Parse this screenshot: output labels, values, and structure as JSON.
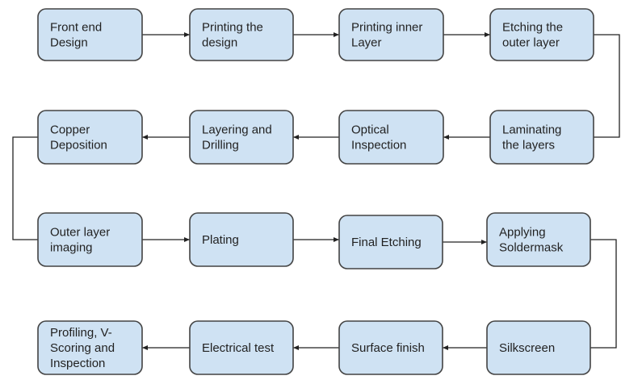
{
  "diagram": {
    "type": "flowchart",
    "colors": {
      "node_fill": "#cfe2f3",
      "node_border": "#434343",
      "edge": "#222222",
      "text": "#222222"
    },
    "nodes": [
      {
        "id": "n1",
        "lines": [
          "Front end",
          "Design"
        ]
      },
      {
        "id": "n2",
        "lines": [
          "Printing the",
          "design"
        ]
      },
      {
        "id": "n3",
        "lines": [
          "Printing inner",
          "Layer"
        ]
      },
      {
        "id": "n4",
        "lines": [
          "Etching the",
          "outer layer"
        ]
      },
      {
        "id": "n5",
        "lines": [
          "Laminating",
          "the layers"
        ]
      },
      {
        "id": "n6",
        "lines": [
          "Optical",
          "Inspection"
        ]
      },
      {
        "id": "n7",
        "lines": [
          "Layering and",
          "Drilling"
        ]
      },
      {
        "id": "n8",
        "lines": [
          "Copper",
          "Deposition"
        ]
      },
      {
        "id": "n9",
        "lines": [
          "Outer layer",
          "imaging"
        ]
      },
      {
        "id": "n10",
        "lines": [
          "Plating"
        ]
      },
      {
        "id": "n11",
        "lines": [
          "Final Etching"
        ]
      },
      {
        "id": "n12",
        "lines": [
          "Applying",
          "Soldermask"
        ]
      },
      {
        "id": "n13",
        "lines": [
          "Silkscreen"
        ]
      },
      {
        "id": "n14",
        "lines": [
          "Surface finish"
        ]
      },
      {
        "id": "n15",
        "lines": [
          "Electrical test"
        ]
      },
      {
        "id": "n16",
        "lines": [
          "Profiling, V-",
          "Scoring and",
          "Inspection"
        ]
      }
    ],
    "edges": [
      {
        "from": "n1",
        "to": "n2"
      },
      {
        "from": "n2",
        "to": "n3"
      },
      {
        "from": "n3",
        "to": "n4"
      },
      {
        "from": "n4",
        "to": "n5"
      },
      {
        "from": "n5",
        "to": "n6"
      },
      {
        "from": "n6",
        "to": "n7"
      },
      {
        "from": "n7",
        "to": "n8"
      },
      {
        "from": "n8",
        "to": "n9"
      },
      {
        "from": "n9",
        "to": "n10"
      },
      {
        "from": "n10",
        "to": "n11"
      },
      {
        "from": "n11",
        "to": "n12"
      },
      {
        "from": "n12",
        "to": "n13"
      },
      {
        "from": "n13",
        "to": "n14"
      },
      {
        "from": "n14",
        "to": "n15"
      },
      {
        "from": "n15",
        "to": "n16"
      }
    ]
  }
}
